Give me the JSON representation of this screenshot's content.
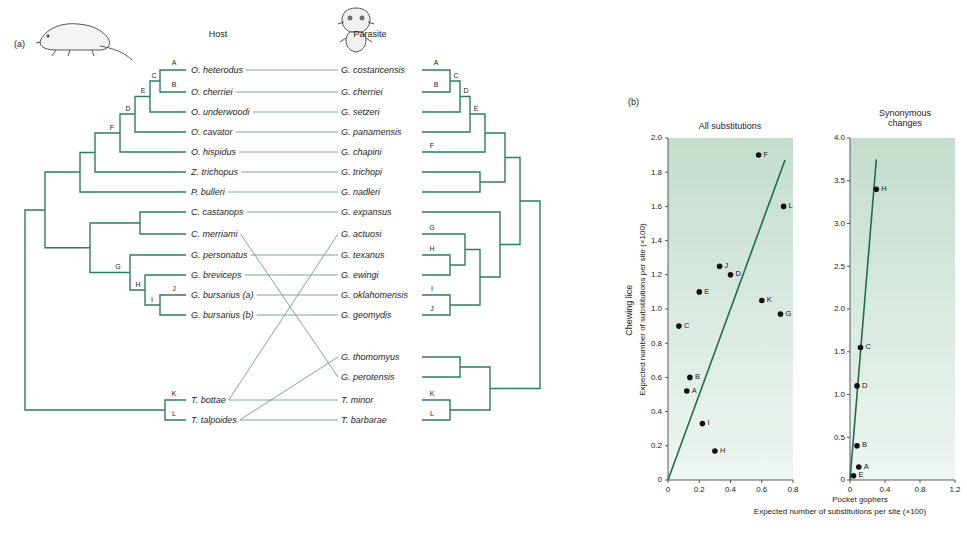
{
  "diagram": {
    "nodes": [
      {
        "text": [
          "O. heterodus"
        ]
      },
      {
        "text": [
          "O. cherriei"
        ]
      },
      {
        "text": [
          "O. underwoodi"
        ]
      },
      {
        "text": [
          "O. cavator"
        ]
      },
      {
        "text": [
          "O. hispidus"
        ]
      },
      {
        "text": [
          "Z. trichopus"
        ]
      },
      {
        "text": [
          "P. bulleri"
        ]
      },
      {
        "text": [
          "C. castanops"
        ]
      },
      {
        "text": [
          "C. merriami"
        ]
      },
      {
        "text": [
          "G. personatus"
        ]
      },
      {
        "text": [
          "G. breviceps"
        ]
      },
      {
        "text": [
          "G. bursarius (a)"
        ]
      },
      {
        "text": [
          "G. bursarius (b)"
        ]
      },
      {
        "text": [
          "T. bottae"
        ]
      },
      {
        "text": [
          "T. talpoides"
        ]
      },
      {
        "text": [
          "G. costaricensis"
        ]
      },
      {
        "text": [
          "G. cherriei"
        ]
      },
      {
        "text": [
          "G. setzeri"
        ]
      },
      {
        "text": [
          "G. panamensis"
        ]
      },
      {
        "text": [
          "G. chapini"
        ]
      },
      {
        "text": [
          "G. trichopi"
        ]
      },
      {
        "text": [
          "G. nadleri"
        ]
      },
      {
        "text": [
          "G. expansus"
        ]
      },
      {
        "text": [
          "G. actuosi"
        ]
      },
      {
        "text": [
          "G. texanus"
        ]
      },
      {
        "text": [
          "G. ewingi"
        ]
      },
      {
        "text": [
          "G. oklahomensis"
        ]
      },
      {
        "text": [
          "G. geomydis"
        ]
      },
      {
        "text": [
          "G. thomomyus"
        ]
      },
      {
        "text": [
          "G. perotensis"
        ]
      },
      {
        "text": [
          "T. minor"
        ]
      },
      {
        "text": [
          "T. barbarae"
        ]
      }
    ],
    "edges": [
      {
        "from": 0,
        "to": 15,
        "arrow": "none"
      },
      {
        "from": 1,
        "to": 16,
        "arrow": "none"
      },
      {
        "from": 2,
        "to": 17,
        "arrow": "none"
      },
      {
        "from": 3,
        "to": 18,
        "arrow": "none"
      },
      {
        "from": 4,
        "to": 19,
        "arrow": "none"
      },
      {
        "from": 5,
        "to": 20,
        "arrow": "none"
      },
      {
        "from": 6,
        "to": 21,
        "arrow": "none"
      },
      {
        "from": 7,
        "to": 22,
        "arrow": "none"
      },
      {
        "from": 8,
        "to": 29,
        "arrow": "none"
      },
      {
        "from": 9,
        "to": 24,
        "arrow": "none"
      },
      {
        "from": 10,
        "to": 25,
        "arrow": "none"
      },
      {
        "from": 11,
        "to": 26,
        "arrow": "none"
      },
      {
        "from": 12,
        "to": 27,
        "arrow": "none"
      },
      {
        "from": 13,
        "to": 23,
        "arrow": "none"
      },
      {
        "from": 14,
        "to": 28,
        "arrow": "none"
      },
      {
        "from": 13,
        "to": 30,
        "arrow": "none"
      },
      {
        "from": 14,
        "to": 31,
        "arrow": "none"
      }
    ],
    "labels": [
      "(a)",
      "Host",
      "Parasite",
      "A",
      "B",
      "C",
      "E",
      "D",
      "F",
      "G",
      "H",
      "I",
      "J",
      "K",
      "L",
      "A",
      "B",
      "C",
      "D",
      "E",
      "F",
      "G",
      "H",
      "I",
      "J",
      "K",
      "L",
      "(b)",
      "All substitutions",
      "Synonymous changes",
      "Chewing lice",
      "Expected number of substitutions per site (×100)",
      "0",
      "0.2",
      "0.4",
      "0.6",
      "0.8",
      "1.0",
      "1.2",
      "1.4",
      "1.6",
      "1.8",
      "2.0",
      "0",
      "0.2",
      "0.4",
      "0.6",
      "0.8",
      "0",
      "0.5",
      "1.0",
      "1.5",
      "2.0",
      "2.5",
      "3.0",
      "3.5",
      "4.0",
      "0",
      "0.4",
      "0.8",
      "1.2",
      "Pocket gophers",
      "Expected number of substitutions per site (×100)",
      "F",
      "L",
      "J",
      "D",
      "E",
      "K",
      "G",
      "C",
      "B",
      "A",
      "I",
      "H",
      "H",
      "C",
      "D",
      "B",
      "A",
      "E"
    ]
  }
}
